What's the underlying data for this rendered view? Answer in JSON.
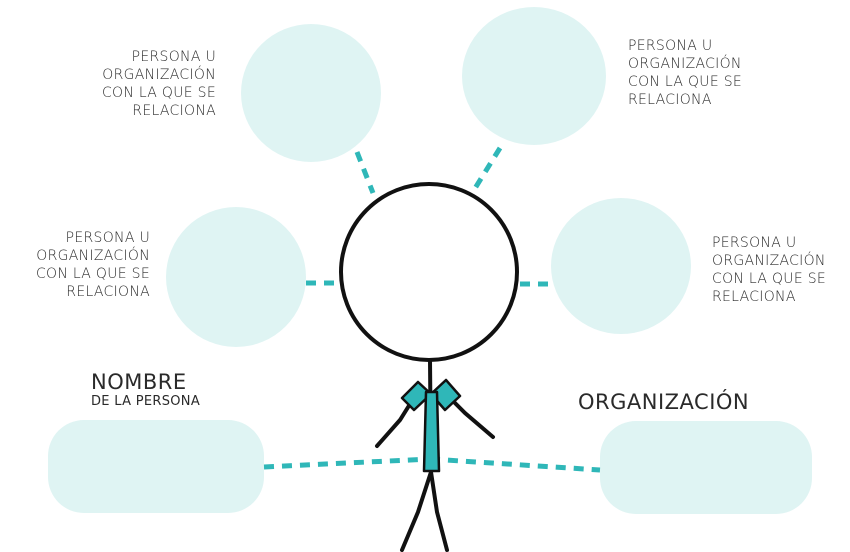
{
  "relation_labels": {
    "top_left": [
      "PERSONA U",
      "ORGANIZACIÓN",
      "CON LA QUE SE",
      "RELACIONA"
    ],
    "top_right": [
      "PERSONA U",
      "ORGANIZACIÓN",
      "CON LA QUE SE",
      "RELACIONA"
    ],
    "mid_left": [
      "PERSONA U",
      "ORGANIZACIÓN",
      "CON LA QUE SE",
      "RELACIONA"
    ],
    "mid_right": [
      "PERSONA U",
      "ORGANIZACIÓN",
      "CON LA QUE SE",
      "RELACIONA"
    ]
  },
  "name_label": {
    "title": "NOMBRE",
    "subtitle": "DE LA PERSONA"
  },
  "organization_label": "ORGANIZACIÓN",
  "colors": {
    "bubble": "#dff4f3",
    "connector": "#2fb7b8",
    "tie": "#2fb7b8",
    "outline": "#111111"
  }
}
